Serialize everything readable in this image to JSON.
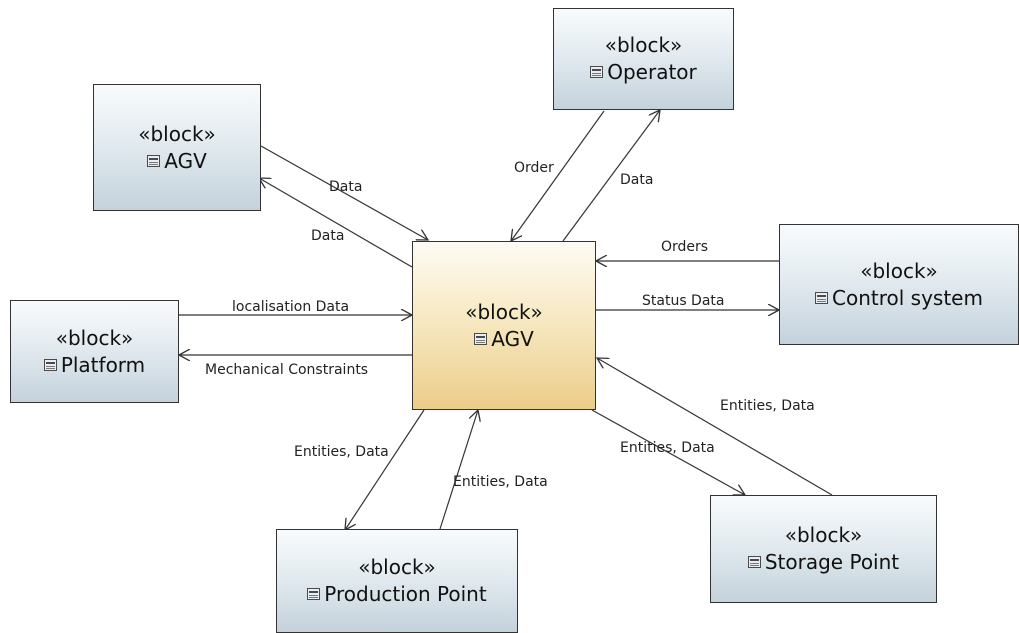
{
  "stereotype": "«block»",
  "blocks": {
    "operator": {
      "name": "Operator"
    },
    "agv_external": {
      "name": "AGV"
    },
    "agv_main": {
      "name": "AGV"
    },
    "control_system": {
      "name": "Control system"
    },
    "platform": {
      "name": "Platform"
    },
    "production_point": {
      "name": "Production Point"
    },
    "storage_point": {
      "name": "Storage Point"
    }
  },
  "flows": {
    "agv_to_agv_data": "Data",
    "agv_from_agv_data": "Data",
    "order": "Order",
    "operator_data": "Data",
    "orders": "Orders",
    "status_data": "Status Data",
    "localisation_data": "localisation Data",
    "mechanical_constraints": "Mechanical Constraints",
    "production_out": "Entities, Data",
    "production_in": "Entities, Data",
    "storage_out": "Entities, Data",
    "storage_in": "Entities, Data"
  },
  "colors": {
    "block_fill_bottom": "#c4d2dc",
    "main_block_fill_bottom": "#eccd8a",
    "border": "#333333",
    "connector": "#333333"
  }
}
